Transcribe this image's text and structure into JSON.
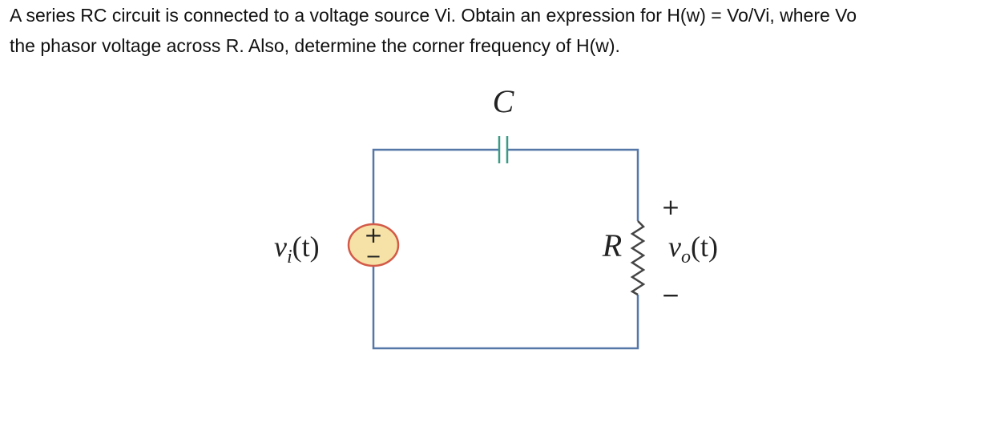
{
  "problem": {
    "line1": "A series RC circuit is connected to a voltage source Vi. Obtain an expression for H(w) = Vo/Vi, where Vo",
    "line2": "the phasor voltage across R. Also, determine the corner frequency of H(w)."
  },
  "circuit": {
    "capacitor_label": "C",
    "resistor_label": "R",
    "source_label": "v",
    "source_label_sub": "i",
    "source_label_arg": "(t)",
    "output_label": "v",
    "output_label_sub": "o",
    "output_label_arg": "(t)",
    "source_plus": "+",
    "source_minus": "−",
    "output_plus": "+",
    "output_minus": "−",
    "wire_color": "#5577a8",
    "capacitor_color": "#3a9a86",
    "resistor_color": "#444444",
    "source_fill": "#f6e2a6",
    "source_stroke": "#d35a48"
  }
}
